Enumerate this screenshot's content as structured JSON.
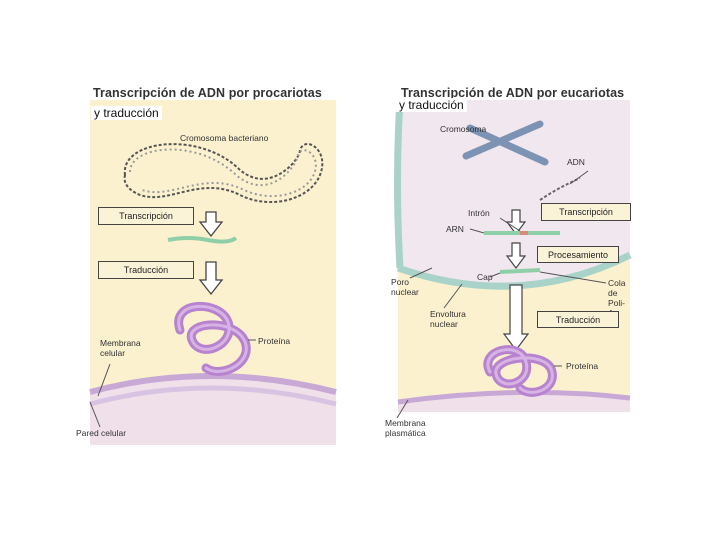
{
  "left": {
    "title": "Transcripción de ADN por procariotas",
    "subtitle": "y traducción",
    "chromosome_label": "Cromosoma bacteriano",
    "transcription": "Transcripción",
    "translation": "Traducción",
    "membrane": "Membrana\ncelular",
    "protein": "Proteína",
    "wall": "Pared celular"
  },
  "right": {
    "title": "Transcripción de ADN por eucariotas",
    "subtitle": "y traducción",
    "chromosome": "Cromosoma",
    "dna": "ADN",
    "intron": "Intrón",
    "transcription": "Transcripción",
    "rna": "ARN",
    "processing": "Procesamiento",
    "pore": "Poro\nnuclear",
    "cap": "Cap",
    "polya": "Cola de\nPoli-A",
    "envelope": "Envoltura\nnuclear",
    "translation": "Traducción",
    "protein": "Proteína",
    "membrane": "Membrana\nplasmática"
  },
  "colors": {
    "cytoplasm": "#fbf1cf",
    "nucleus": "#f1e7ef",
    "membrane": "#c8a9d6",
    "nuclear_envelope": "#a9d3c8",
    "protein": "#b783cf",
    "rna": "#8fcfa8"
  }
}
